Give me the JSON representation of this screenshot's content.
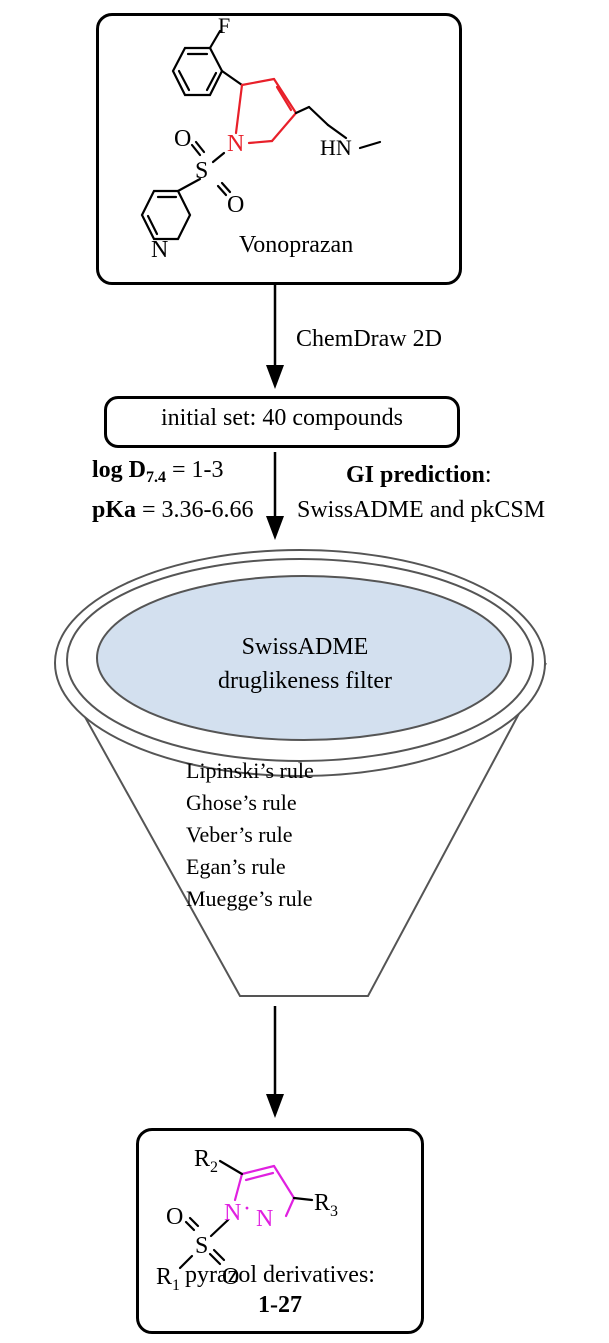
{
  "top_box": {
    "compound_name": "Vonoprazan",
    "atom_F": "F",
    "atom_N_pyrrole": "N",
    "atom_HN": "HN",
    "atom_O1": "O",
    "atom_S": "S",
    "atom_O2": "O",
    "atom_N_pyridine": "N"
  },
  "step1_label": "ChemDraw 2D",
  "initial_set": "initial set: 40 compounds",
  "params": {
    "logd_label": "log D",
    "logd_sub": "7.4",
    "logd_value": " = 1-3",
    "pka_label": "pKa",
    "pka_value": " = 3.36-6.66",
    "gi_title": "GI prediction",
    "gi_colon": ":",
    "gi_tools": "SwissADME and pkCSM"
  },
  "filter": {
    "title_line1": "SwissADME",
    "title_line2": "druglikeness filter",
    "rules": [
      "Lipinski’s rule",
      "Ghose’s rule",
      "Veber’s rule",
      "Egan’s rule",
      "Muegge’s rule"
    ]
  },
  "bottom_box": {
    "R2": "R",
    "R2_sub": "2",
    "R3": "R",
    "R3_sub": "3",
    "R1": "R",
    "R1_sub": "1",
    "atom_N1": "N",
    "atom_dot": "·",
    "atom_N2": "N",
    "atom_O1": "O",
    "atom_S": "S",
    "atom_O2": "O",
    "caption": "pyrazol derivatives:",
    "range": "1-27"
  },
  "colors": {
    "pyrrole": "#e8202a",
    "pyrazole": "#e020e0",
    "filter_ellipse": "#d3e0ef"
  }
}
